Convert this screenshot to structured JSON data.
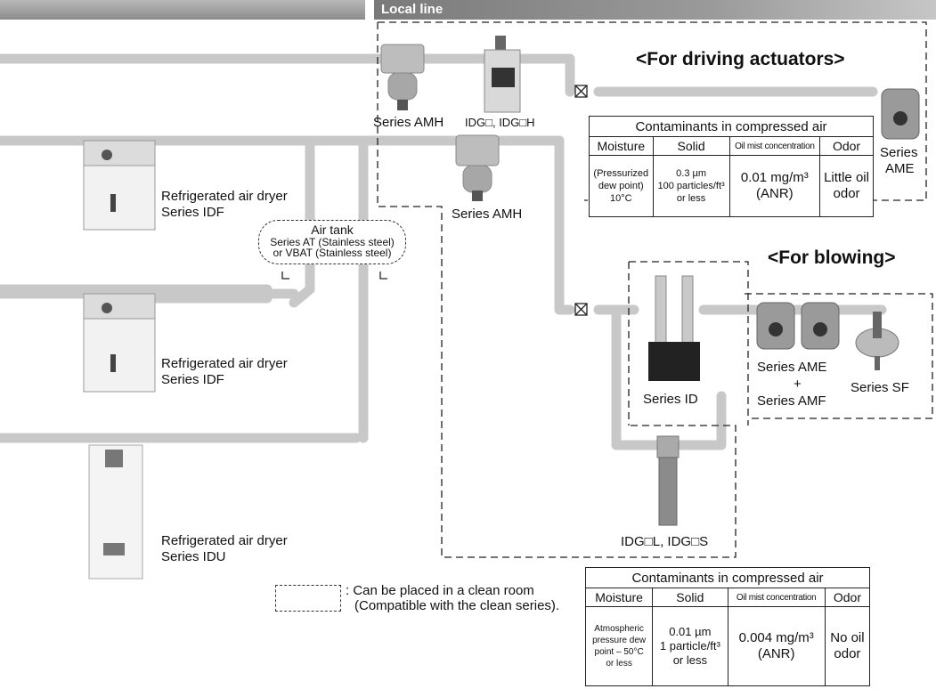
{
  "header": {
    "local_line": "Local line"
  },
  "sections": {
    "driving_title": "<For driving actuators>",
    "blowing_title": "<For blowing>"
  },
  "labels": {
    "amh_top": "Series AMH",
    "idg_top": "IDG□, IDG□H",
    "amh_mid": "Series AMH",
    "ame_line1": "Series",
    "ame_line2": "AME",
    "dryer1_l1": "Refrigerated air dryer",
    "dryer1_l2": "Series IDF",
    "dryer2_l1": "Refrigerated air dryer",
    "dryer2_l2": "Series IDF",
    "dryer3_l1": "Refrigerated air dryer",
    "dryer3_l2": "Series IDU",
    "series_id": "Series ID",
    "ame_amf_l1": "Series AME",
    "ame_amf_l2": "+",
    "ame_amf_l3": "Series AMF",
    "series_sf": "Series SF",
    "idg_bottom": "IDG□L, IDG□S"
  },
  "air_tank": {
    "line1": "Air tank",
    "line2": "Series AT (Stainless steel)",
    "line3": "or VBAT (Stainless steel)"
  },
  "legend": {
    "line1": ": Can be placed in a clean room",
    "line2": "(Compatible with the clean series)."
  },
  "table_driving": {
    "caption": "Contaminants in compressed air",
    "headers": [
      "Moisture",
      "Solid",
      "Oil mist concentration",
      "Odor"
    ],
    "moisture": [
      "(Pressurized",
      "dew point)",
      "10°C"
    ],
    "solid": [
      "0.3 µm",
      "100 particles/ft³",
      "or less"
    ],
    "oil": [
      "0.01 mg/m³",
      "(ANR)"
    ],
    "odor": [
      "Little oil",
      "odor"
    ]
  },
  "table_clean": {
    "caption": "Contaminants in compressed air",
    "headers": [
      "Moisture",
      "Solid",
      "Oil mist concentration",
      "Odor"
    ],
    "moisture": [
      "Atmospheric",
      "pressure dew",
      "point – 50°C",
      "or less"
    ],
    "solid": [
      "0.01 µm",
      "1 particle/ft³",
      "or less"
    ],
    "oil": [
      "0.004 mg/m³",
      "(ANR)"
    ],
    "odor": [
      "No oil",
      "odor"
    ]
  },
  "colors": {
    "pipe": "#c8c8c8",
    "header_dark": "#8a8a8a",
    "device": "#9a9a9a"
  }
}
